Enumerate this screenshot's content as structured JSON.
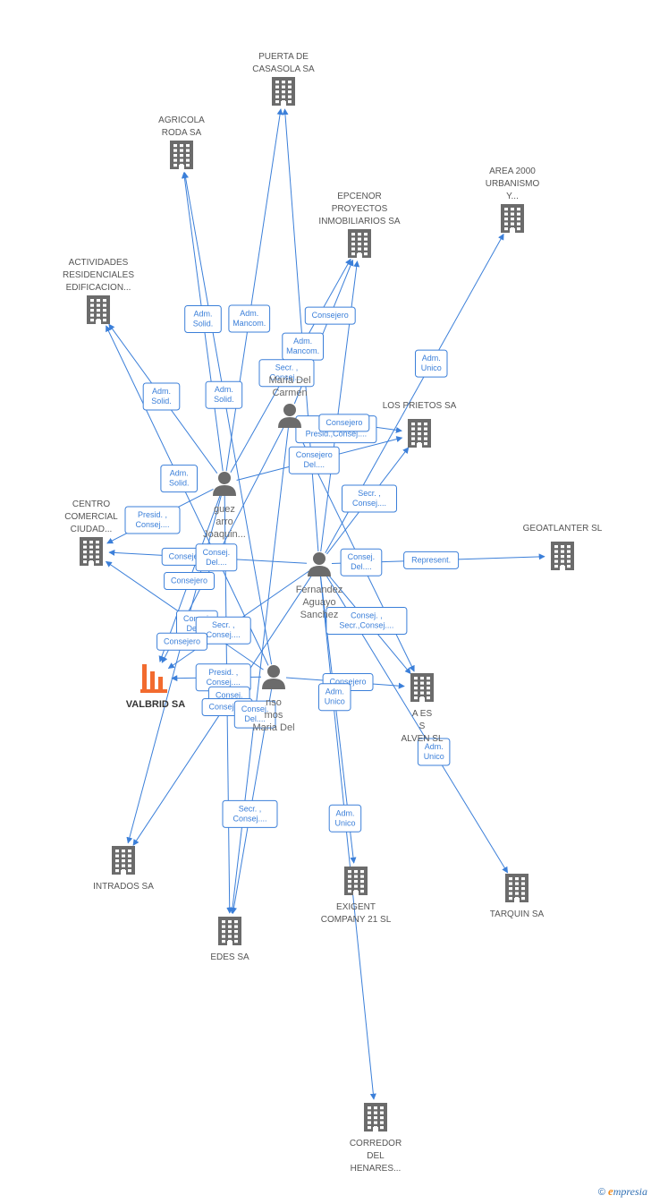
{
  "nodes": [
    {
      "id": "puerta",
      "type": "company",
      "label": [
        "PUERTA DE",
        "CASASOLA SA"
      ]
    },
    {
      "id": "agricola",
      "type": "company",
      "label": [
        "AGRICOLA",
        "RODA SA"
      ]
    },
    {
      "id": "epcenor",
      "type": "company",
      "label": [
        "EPCENOR",
        "PROYECTOS",
        "INMOBILIARIOS SA"
      ]
    },
    {
      "id": "area2000",
      "type": "company",
      "label": [
        "AREA 2000",
        "URBANISMO",
        "Y..."
      ]
    },
    {
      "id": "actividades",
      "type": "company",
      "label": [
        "ACTIVIDADES",
        "RESIDENCIALES",
        "EDIFICACION..."
      ]
    },
    {
      "id": "lospri",
      "type": "company",
      "label": [
        "LOS PRIETOS SA"
      ]
    },
    {
      "id": "centro",
      "type": "company",
      "label": [
        "CENTRO",
        "COMERCIAL",
        "CIUDAD..."
      ]
    },
    {
      "id": "geoat",
      "type": "company",
      "label": [
        "GEOATLANTER SL"
      ]
    },
    {
      "id": "valbrid",
      "type": "focus",
      "label": [
        "VALBRID SA"
      ]
    },
    {
      "id": "alven",
      "type": "company",
      "label": [
        "A      ES",
        "S",
        "ALVEN SL"
      ]
    },
    {
      "id": "intrados",
      "type": "company",
      "label": [
        "INTRADOS SA"
      ]
    },
    {
      "id": "edes",
      "type": "company",
      "label": [
        "EDES SA"
      ]
    },
    {
      "id": "exigent",
      "type": "company",
      "label": [
        "EXIGENT",
        "COMPANY 21 SL"
      ]
    },
    {
      "id": "tarquin",
      "type": "company",
      "label": [
        "TARQUIN SA"
      ]
    },
    {
      "id": "corredor",
      "type": "company",
      "label": [
        "CORREDOR",
        "DEL",
        "HENARES..."
      ]
    },
    {
      "id": "p_maria",
      "type": "person",
      "label": [
        "Maria Del",
        "Carmen"
      ]
    },
    {
      "id": "p_joaquin",
      "type": "person",
      "label": [
        "guez",
        "arro",
        "Joaquin..."
      ]
    },
    {
      "id": "p_fernandez",
      "type": "person",
      "label": [
        "Fernandez",
        "Aguayo",
        "Sanchez"
      ]
    },
    {
      "id": "p_alonso",
      "type": "person",
      "label": [
        "nso",
        "mos",
        "Maria Del"
      ]
    }
  ],
  "edges": [
    {
      "from": "p_joaquin",
      "to": "puerta",
      "label": [
        "Adm.",
        "Mancom."
      ]
    },
    {
      "from": "p_fernandez",
      "to": "puerta",
      "label": [
        "Adm.",
        "Mancom."
      ]
    },
    {
      "from": "p_joaquin",
      "to": "agricola",
      "label": [
        "Adm.",
        "Solid."
      ]
    },
    {
      "from": "p_alonso",
      "to": "agricola",
      "label": [
        "Adm.",
        "Solid."
      ]
    },
    {
      "from": "p_maria",
      "to": "epcenor",
      "label": [
        "Consejero"
      ]
    },
    {
      "from": "p_fernandez",
      "to": "epcenor",
      "label": [
        "Consej. ,",
        "Presid.,Consej...."
      ]
    },
    {
      "from": "p_joaquin",
      "to": "epcenor",
      "label": [
        "Secr. ,",
        "Consej...."
      ]
    },
    {
      "from": "p_joaquin",
      "to": "actividades",
      "label": [
        "Adm.",
        "Solid."
      ]
    },
    {
      "from": "p_alonso",
      "to": "actividades",
      "label": [
        "Adm.",
        "Solid."
      ]
    },
    {
      "from": "p_fernandez",
      "to": "area2000",
      "label": [
        "Adm.",
        "Unico"
      ]
    },
    {
      "from": "p_maria",
      "to": "lospri",
      "label": [
        "Consejero"
      ]
    },
    {
      "from": "p_joaquin",
      "to": "lospri",
      "label": [
        "Consejero",
        "Del...."
      ]
    },
    {
      "from": "p_fernandez",
      "to": "lospri",
      "label": [
        "Secr. ,",
        "Consej...."
      ]
    },
    {
      "from": "p_joaquin",
      "to": "centro",
      "label": [
        "Presid. ,",
        "Consej...."
      ]
    },
    {
      "from": "p_fernandez",
      "to": "centro",
      "label": [
        "Consejero"
      ]
    },
    {
      "from": "p_alonso",
      "to": "centro",
      "label": [
        "Consej.",
        "Del...."
      ]
    },
    {
      "from": "p_fernandez",
      "to": "geoat",
      "label": [
        "Represent."
      ]
    },
    {
      "from": "p_joaquin",
      "to": "valbrid",
      "label": [
        "Consejero"
      ]
    },
    {
      "from": "p_maria",
      "to": "valbrid",
      "label": [
        "Consej.",
        "Del...."
      ]
    },
    {
      "from": "p_fernandez",
      "to": "valbrid",
      "label": [
        "Secr. ,",
        "Consej...."
      ]
    },
    {
      "from": "p_alonso",
      "to": "valbrid",
      "label": [
        "Presid. ,",
        "Consej...."
      ]
    },
    {
      "from": "p_fernandez",
      "to": "alven",
      "label": [
        "Consej. ,",
        "Secr.,Consej...."
      ]
    },
    {
      "from": "p_alonso",
      "to": "alven",
      "label": [
        "Consejero"
      ]
    },
    {
      "from": "p_maria",
      "to": "alven",
      "label": [
        "Consej.",
        "Del...."
      ]
    },
    {
      "from": "p_fernandez",
      "to": "tarquin",
      "label": [
        "Adm.",
        "Unico"
      ]
    },
    {
      "from": "p_joaquin",
      "to": "intrados",
      "label": [
        "Consejero"
      ]
    },
    {
      "from": "p_fernandez",
      "to": "intrados",
      "label": [
        "Consej.",
        "Del...."
      ]
    },
    {
      "from": "p_joaquin",
      "to": "edes",
      "label": [
        "Consejero"
      ]
    },
    {
      "from": "p_alonso",
      "to": "edes",
      "label": [
        "Secr. ,",
        "Consej...."
      ]
    },
    {
      "from": "p_maria",
      "to": "edes",
      "label": [
        "Consej.",
        "Del...."
      ]
    },
    {
      "from": "p_fernandez",
      "to": "exigent",
      "label": [
        "Adm.",
        "Unico"
      ]
    },
    {
      "from": "p_fernandez",
      "to": "corredor",
      "label": [
        "Adm.",
        "Unico"
      ]
    }
  ],
  "colors": {
    "edge": "#3b7fd9",
    "company_icon": "#6b6b6b",
    "focus_icon": "#f26b2f",
    "person_icon": "#6b6b6b"
  },
  "footer": {
    "copyright": "©",
    "brand_e": "e",
    "brand_rest": "mpresia"
  }
}
